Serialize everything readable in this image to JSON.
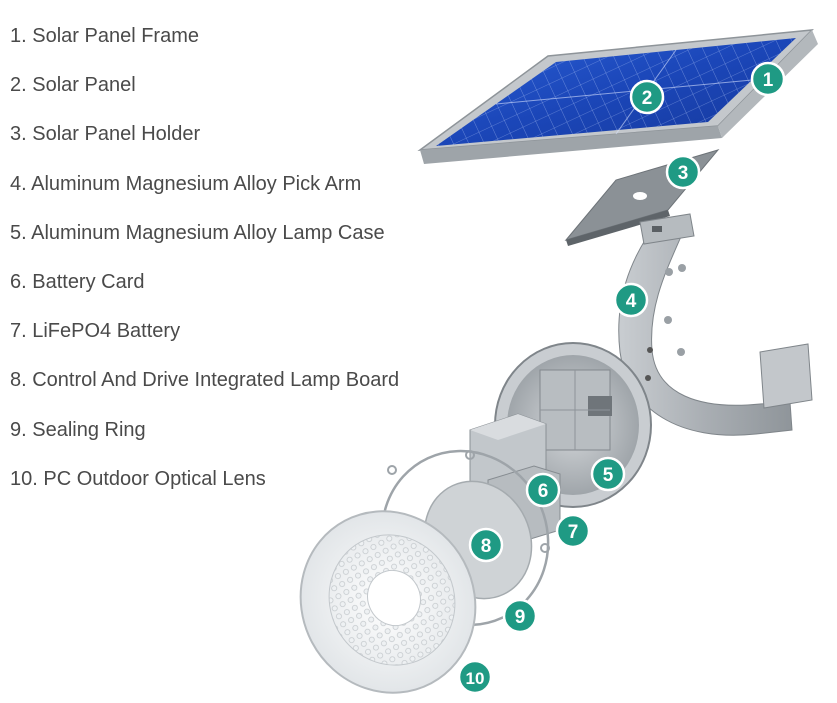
{
  "parts": [
    {
      "label": "1. Solar Panel Frame",
      "badge": "1"
    },
    {
      "label": "2. Solar Panel",
      "badge": "2"
    },
    {
      "label": "3. Solar Panel Holder",
      "badge": "3"
    },
    {
      "label": "4. Aluminum Magnesium Alloy Pick Arm",
      "badge": "4"
    },
    {
      "label": "5. Aluminum Magnesium Alloy Lamp Case",
      "badge": "5"
    },
    {
      "label": "6. Battery Card",
      "badge": "6"
    },
    {
      "label": "7. LiFePO4 Battery",
      "badge": "7"
    },
    {
      "label": "8. Control And Drive Integrated Lamp Board",
      "badge": "8"
    },
    {
      "label": "9. Sealing Ring",
      "badge": "9"
    },
    {
      "label": "10. PC Outdoor Optical Lens",
      "badge": "10"
    }
  ],
  "colors": {
    "badge": "#1f9a84",
    "label_text": "#4a4a4a",
    "solar_cell": "#1b46b8",
    "frame": "#bfc4c8",
    "aluminum": "#a9aeb3"
  }
}
